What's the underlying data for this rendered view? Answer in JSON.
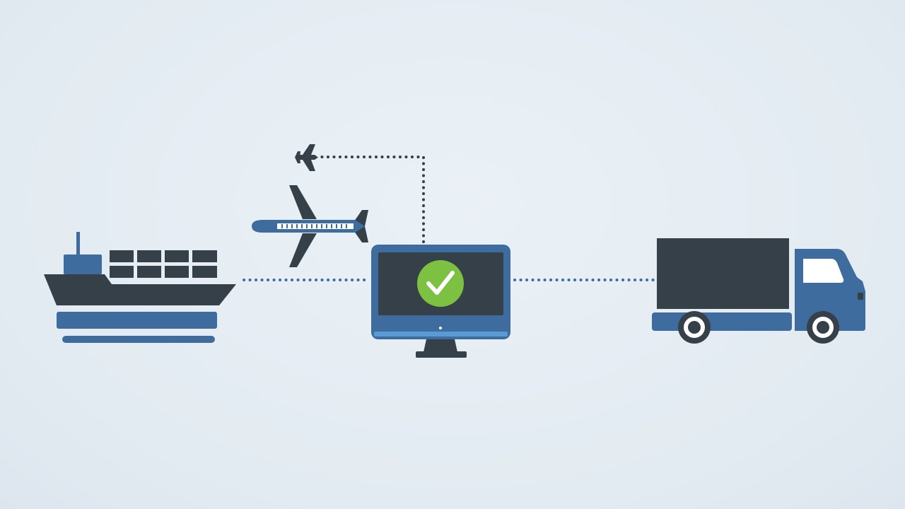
{
  "diagram": {
    "type": "logistics-flow",
    "nodes": [
      {
        "id": "ship",
        "icon": "container-ship-icon"
      },
      {
        "id": "plane",
        "icon": "airplane-icon"
      },
      {
        "id": "small-plane",
        "icon": "small-airplane-icon"
      },
      {
        "id": "computer",
        "icon": "monitor-icon",
        "status_icon": "check-circle-icon"
      },
      {
        "id": "truck",
        "icon": "delivery-truck-icon"
      }
    ],
    "connections": [
      {
        "from": "ship",
        "to": "computer",
        "style": "dotted"
      },
      {
        "from": "computer",
        "to": "truck",
        "style": "dotted"
      },
      {
        "from": "computer",
        "to": "small-plane",
        "style": "dotted"
      }
    ]
  },
  "colors": {
    "background": "#e5edf3",
    "dark": "#354049",
    "blue": "#3e6c9e",
    "light_blue": "#5b9bd5",
    "green": "#7cc142",
    "white": "#ffffff"
  }
}
